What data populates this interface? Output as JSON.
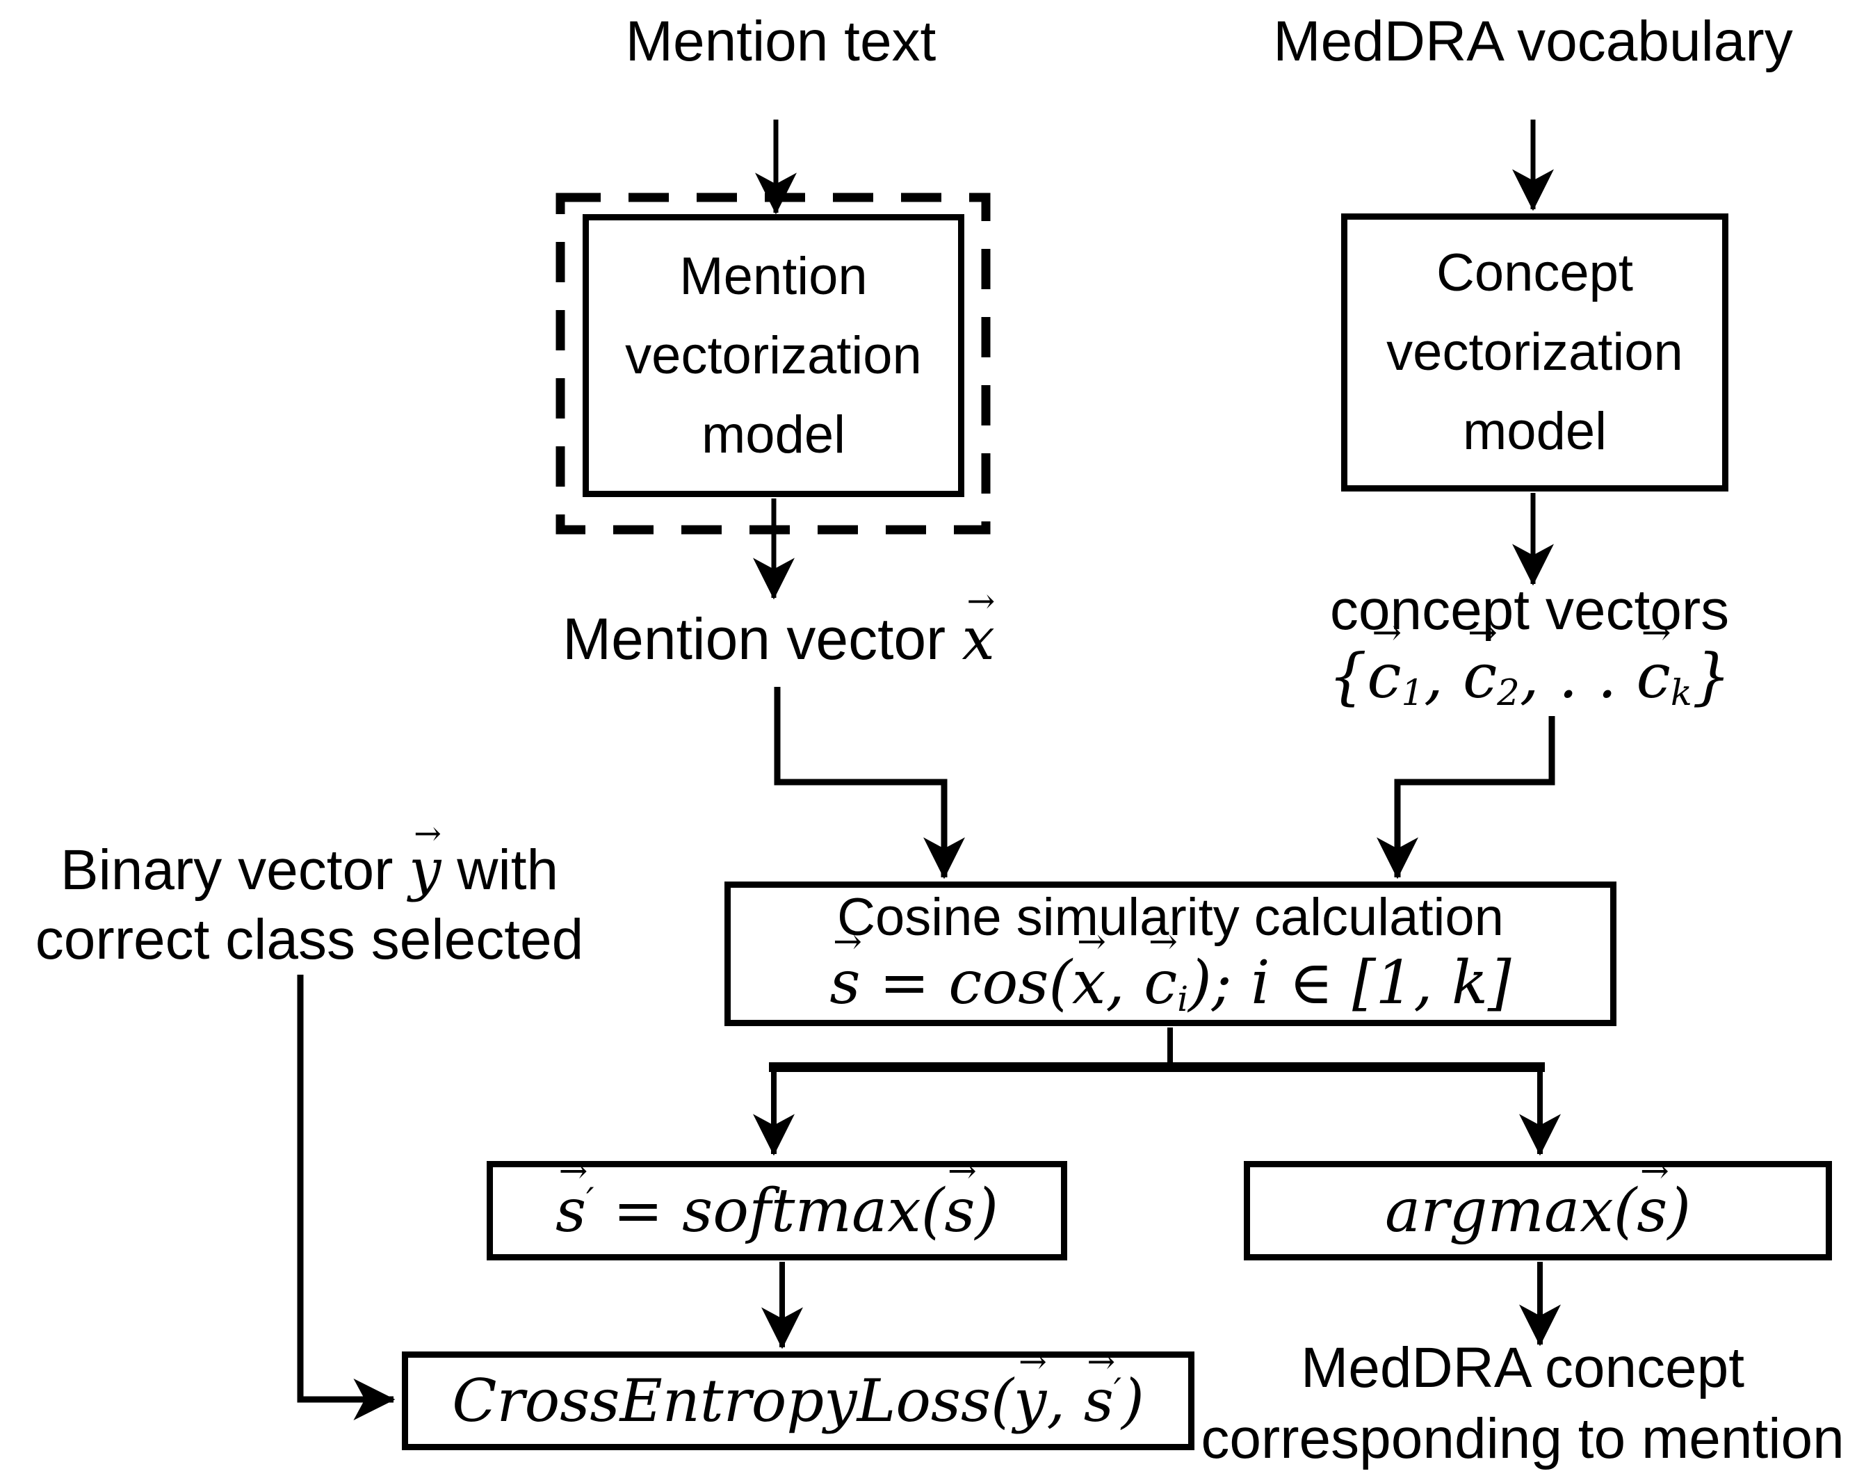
{
  "colors": {
    "ink": "#000000",
    "background": "#ffffff"
  },
  "labels": {
    "mention_text": "Mention text",
    "meddra_vocabulary": "MedDRA vocabulary",
    "mention_model_lines": [
      "Mention",
      "vectorization",
      "model"
    ],
    "concept_model_lines": [
      "Concept",
      "vectorization",
      "model"
    ],
    "mention_vector_prefix": "Mention vector ",
    "concept_vectors_title": "concept vectors",
    "cosine_title": "Cosine simularity calculation",
    "binary_line1_prefix": "Binary vector ",
    "binary_line1_suffix": " with",
    "binary_line2": "correct class selected",
    "meddra_concept_line1": "MedDRA concept",
    "meddra_concept_line2": "corresponding to mention"
  },
  "math": {
    "x_vec": [
      {
        "c": "x",
        "vec": true
      }
    ],
    "y_vec": [
      {
        "c": "y",
        "vec": true
      }
    ],
    "concept_set": [
      {
        "c": "{"
      },
      {
        "c": "c",
        "vec": true,
        "sub": "1"
      },
      {
        "c": ", "
      },
      {
        "c": "c",
        "vec": true,
        "sub": "2"
      },
      {
        "c": ", . . "
      },
      {
        "c": "c",
        "vec": true,
        "sub": "k"
      },
      {
        "c": "}"
      }
    ],
    "cosine_formula": [
      {
        "c": "s",
        "vec": true
      },
      {
        "c": " = cos("
      },
      {
        "c": "x",
        "vec": true
      },
      {
        "c": ", "
      },
      {
        "c": "c",
        "vec": true,
        "sub": "i"
      },
      {
        "c": "); "
      },
      {
        "c": "i"
      },
      {
        "c": " ∈ [1, k]"
      }
    ],
    "softmax_formula": [
      {
        "c": "s",
        "vec": true,
        "sup": "′"
      },
      {
        "c": " = softmax("
      },
      {
        "c": "s",
        "vec": true
      },
      {
        "c": ")"
      }
    ],
    "argmax_formula": [
      {
        "c": "argmax("
      },
      {
        "c": "s",
        "vec": true
      },
      {
        "c": ")"
      }
    ],
    "cross_entropy_formula": [
      {
        "c": "CrossEntropyLoss("
      },
      {
        "c": "y",
        "vec": true
      },
      {
        "c": ", "
      },
      {
        "c": "s",
        "vec": true,
        "sup": "′"
      },
      {
        "c": ")"
      }
    ]
  }
}
